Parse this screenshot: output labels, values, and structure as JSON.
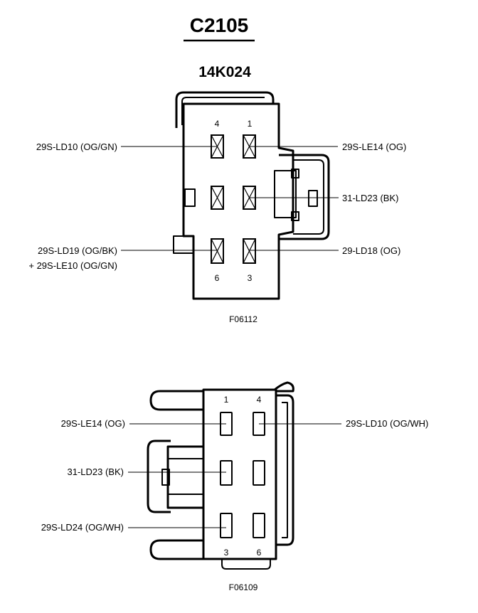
{
  "header": {
    "connector_id": "C2105",
    "part_number": "14K024"
  },
  "connector_1": {
    "figure_id": "F06112",
    "pins": [
      "4",
      "1",
      "6",
      "3"
    ],
    "left_labels": [
      "29S-LD10 (OG/GN)",
      "29S-LD19 (OG/BK)",
      "+ 29S-LE10 (OG/GN)"
    ],
    "right_labels": [
      "29S-LE14 (OG)",
      "31-LD23 (BK)",
      "29-LD18 (OG)"
    ]
  },
  "connector_2": {
    "figure_id": "F06109",
    "pins": [
      "1",
      "4",
      "3",
      "6"
    ],
    "left_labels": [
      "29S-LE14 (OG)",
      "31-LD23 (BK)",
      "29S-LD24 (OG/WH)"
    ],
    "right_labels": [
      "29S-LD10 (OG/WH)"
    ]
  }
}
